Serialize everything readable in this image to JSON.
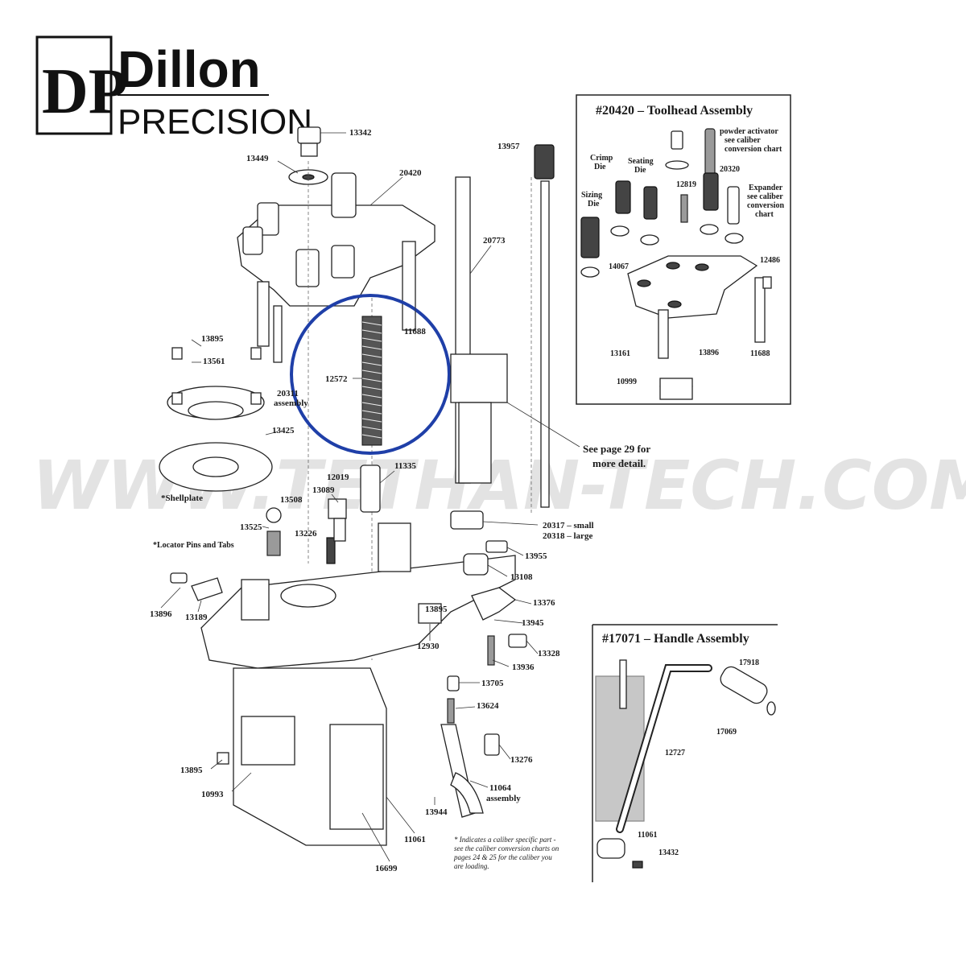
{
  "logo": {
    "monogram": "DP",
    "name_top": "Dillon",
    "name_bottom": "PRECISION"
  },
  "watermark": "WWW.TETHAN-TECH.COM",
  "toolhead_box": {
    "title": "#20420 – Toolhead Assembly",
    "labels": {
      "crimp_die": [
        "Crimp",
        "Die"
      ],
      "seating_die": [
        "Seating",
        "Die"
      ],
      "sizing_die": [
        "Sizing",
        "Die"
      ],
      "powder": [
        "powder activator",
        "see caliber",
        "conversion chart"
      ],
      "expander": [
        "Expander",
        "see caliber",
        "conversion",
        "chart"
      ],
      "p20320": "20320",
      "p12819": "12819",
      "p14067": "14067",
      "p12486": "12486",
      "p13161": "13161",
      "p13896": "13896",
      "p11688": "11688",
      "p10999": "10999"
    }
  },
  "handle_box": {
    "title": "#17071 – Handle Assembly",
    "labels": {
      "p17918": "17918",
      "p17069": "17069",
      "p12727": "12727",
      "p11061": "11061",
      "p13432": "13432"
    }
  },
  "main_labels": {
    "p13342": "13342",
    "p13449": "13449",
    "p20420": "20420",
    "p13957": "13957",
    "p20773": "20773",
    "p11688": "11688",
    "p12572": "12572",
    "p13895a": "13895",
    "p13561": "13561",
    "p20311": [
      "20311",
      "assembly"
    ],
    "p13425": "13425",
    "shellplate": "*Shellplate",
    "p12019": "12019",
    "p13089": "13089",
    "p11335": "11335",
    "p13508": "13508",
    "p13525": "13525",
    "p13226": "13226",
    "locator": "*Locator Pins and Tabs",
    "p20317": "20317 – small",
    "p20318": "20318 – large",
    "p13955": "13955",
    "p13108": "13108",
    "p13376": "13376",
    "p13895b": "13895",
    "p13945": "13945",
    "p13328": "13328",
    "p13936": "13936",
    "p12930": "12930",
    "p13896": "13896",
    "p13189": "13189",
    "p13705": "13705",
    "p13624": "13624",
    "p13276": "13276",
    "p11064": [
      "11064",
      "assembly"
    ],
    "p13944": "13944",
    "p11061": "11061",
    "p16699": "16699",
    "p10993": "10993",
    "p13895c": "13895",
    "see_page": [
      "See page 29 for",
      "more detail."
    ],
    "footnote": [
      "* Indicates a caliber specific part -",
      "see the caliber conversion charts on",
      "pages 24 & 25 for the caliber you",
      "are loading."
    ]
  },
  "highlight_color": "#1f3fa8"
}
